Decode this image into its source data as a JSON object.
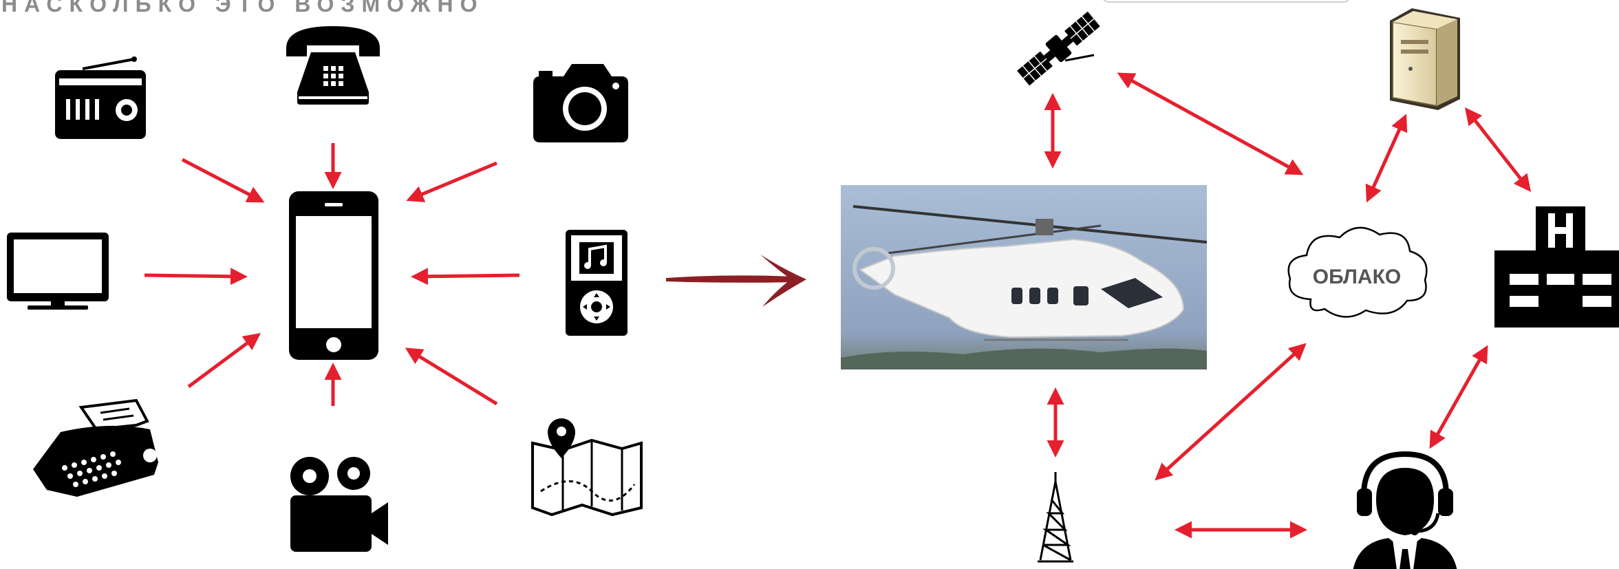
{
  "header": {
    "title": "НАСКОЛЬКО ЭТО ВОЗМОЖНО"
  },
  "cloud": {
    "label": "ОБЛАКО"
  },
  "colors": {
    "arrow": "#e5202e",
    "icon": "#000000",
    "transition_arrow": "#8c1f24",
    "heading": "#8c8c8c"
  },
  "icons_left": [
    "radio-icon",
    "telephone-icon",
    "camera-icon",
    "tv-icon",
    "smartphone-icon",
    "music-player-icon",
    "typewriter-icon",
    "video-camera-icon",
    "map-icon"
  ],
  "icons_right": [
    "satellite-icon",
    "server-icon",
    "helicopter-photo",
    "cloud-icon",
    "hospital-icon",
    "radio-tower-icon",
    "operator-icon"
  ]
}
